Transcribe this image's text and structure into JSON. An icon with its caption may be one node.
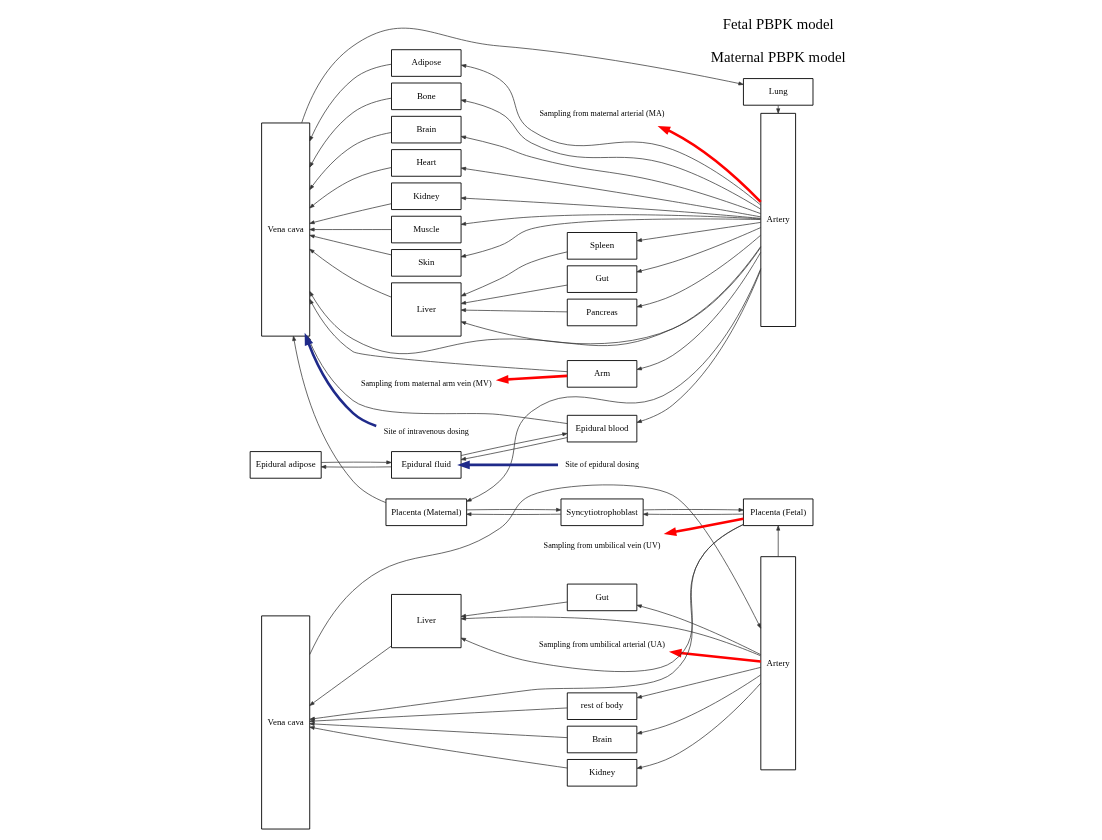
{
  "diagram": {
    "nodes": [
      {
        "text": [
          "Lung"
        ]
      },
      {
        "text": [
          "Vena cava"
        ]
      },
      {
        "text": [
          "Adipose"
        ]
      },
      {
        "text": [
          "Bone"
        ]
      },
      {
        "text": [
          "Brain"
        ]
      },
      {
        "text": [
          "Heart"
        ]
      },
      {
        "text": [
          "Kidney"
        ]
      },
      {
        "text": [
          "Muscle"
        ]
      },
      {
        "text": [
          "Skin"
        ]
      },
      {
        "text": [
          "Liver"
        ]
      },
      {
        "text": [
          "Spleen"
        ]
      },
      {
        "text": [
          "Gut"
        ]
      },
      {
        "text": [
          "Pancreas"
        ]
      },
      {
        "text": [
          "Artery"
        ]
      },
      {
        "text": [
          "Arm"
        ]
      },
      {
        "text": [
          "Epidural blood"
        ]
      },
      {
        "text": [
          "Epidural fluid"
        ]
      },
      {
        "text": [
          "Epidural adipose"
        ]
      },
      {
        "text": [
          "Vena cava"
        ]
      },
      {
        "text": [
          "rest of body"
        ]
      },
      {
        "text": [
          "Brain"
        ]
      },
      {
        "text": [
          "Kidney"
        ]
      },
      {
        "text": [
          "Liver"
        ]
      },
      {
        "text": [
          "Gut"
        ]
      },
      {
        "text": [
          "Artery"
        ]
      },
      {
        "text": [
          "Placenta (Fetal)"
        ]
      },
      {
        "text": [
          "Syncytiotrophoblast"
        ]
      },
      {
        "text": [
          "Placenta (Maternal)"
        ]
      },
      {
        "text": [
          "Sampling from maternal arterial (MA)"
        ]
      },
      {
        "text": [
          "Sampling from umbilical arterial (UA)"
        ]
      },
      {
        "text": [
          "Sampling from umbilical vein (UV)"
        ]
      },
      {
        "text": [
          "Sampling from maternal arm vein (MV)"
        ]
      },
      {
        "text": [
          "Site of epidural dosing"
        ]
      },
      {
        "text": [
          "Site of intravenous dosing"
        ]
      }
    ],
    "edges": [
      {
        "from": 1,
        "to": 0,
        "arrow": "to"
      },
      {
        "from": 0,
        "to": 13,
        "arrow": "to"
      },
      {
        "from": 13,
        "to": 2,
        "arrow": "to"
      },
      {
        "from": 2,
        "to": 1,
        "arrow": "to"
      },
      {
        "from": 13,
        "to": 3,
        "arrow": "to"
      },
      {
        "from": 3,
        "to": 1,
        "arrow": "to"
      },
      {
        "from": 13,
        "to": 4,
        "arrow": "to"
      },
      {
        "from": 4,
        "to": 1,
        "arrow": "to"
      },
      {
        "from": 13,
        "to": 5,
        "arrow": "to"
      },
      {
        "from": 5,
        "to": 1,
        "arrow": "to"
      },
      {
        "from": 13,
        "to": 6,
        "arrow": "to"
      },
      {
        "from": 6,
        "to": 1,
        "arrow": "to"
      },
      {
        "from": 13,
        "to": 7,
        "arrow": "to"
      },
      {
        "from": 7,
        "to": 1,
        "arrow": "to"
      },
      {
        "from": 13,
        "to": 8,
        "arrow": "to"
      },
      {
        "from": 8,
        "to": 1,
        "arrow": "to"
      },
      {
        "from": 13,
        "to": 10,
        "arrow": "to"
      },
      {
        "from": 10,
        "to": 9,
        "arrow": "to"
      },
      {
        "from": 13,
        "to": 11,
        "arrow": "to"
      },
      {
        "from": 11,
        "to": 9,
        "arrow": "to"
      },
      {
        "from": 13,
        "to": 12,
        "arrow": "to"
      },
      {
        "from": 12,
        "to": 9,
        "arrow": "to"
      },
      {
        "from": 13,
        "to": 9,
        "arrow": "to"
      },
      {
        "from": 9,
        "to": 1,
        "arrow": "to"
      },
      {
        "from": 13,
        "to": 14,
        "arrow": "to"
      },
      {
        "from": 14,
        "to": 1,
        "arrow": "to"
      },
      {
        "from": 13,
        "to": 1,
        "arrow": "to"
      },
      {
        "from": 13,
        "to": 15,
        "arrow": "to"
      },
      {
        "from": 15,
        "to": 1,
        "arrow": "to"
      },
      {
        "from": 15,
        "to": 16,
        "arrow": "to"
      },
      {
        "from": 16,
        "to": 15,
        "arrow": "to"
      },
      {
        "from": 16,
        "to": 17,
        "arrow": "to"
      },
      {
        "from": 17,
        "to": 16,
        "arrow": "to"
      },
      {
        "from": 13,
        "to": 27,
        "arrow": "to"
      },
      {
        "from": 27,
        "to": 1,
        "arrow": "to"
      },
      {
        "from": 18,
        "to": 24,
        "arrow": "to"
      },
      {
        "from": 24,
        "to": 19,
        "arrow": "to"
      },
      {
        "from": 19,
        "to": 18,
        "arrow": "to"
      },
      {
        "from": 24,
        "to": 20,
        "arrow": "to"
      },
      {
        "from": 20,
        "to": 18,
        "arrow": "to"
      },
      {
        "from": 24,
        "to": 21,
        "arrow": "to"
      },
      {
        "from": 21,
        "to": 18,
        "arrow": "to"
      },
      {
        "from": 24,
        "to": 23,
        "arrow": "to"
      },
      {
        "from": 23,
        "to": 22,
        "arrow": "to"
      },
      {
        "from": 24,
        "to": 22,
        "arrow": "to"
      },
      {
        "from": 22,
        "to": 18,
        "arrow": "to"
      },
      {
        "from": 24,
        "to": 25,
        "arrow": "to"
      },
      {
        "from": 25,
        "to": 18,
        "arrow": "to"
      },
      {
        "from": 25,
        "to": 22,
        "arrow": "to"
      },
      {
        "from": 25,
        "to": 26,
        "arrow": "to"
      },
      {
        "from": 26,
        "to": 25,
        "arrow": "to"
      },
      {
        "from": 26,
        "to": 27,
        "arrow": "to"
      },
      {
        "from": 27,
        "to": 26,
        "arrow": "to"
      },
      {
        "from": 13,
        "to": 28,
        "arrow": "to",
        "style": "thick",
        "color": "#ff0000"
      },
      {
        "from": 24,
        "to": 29,
        "arrow": "to",
        "style": "thick",
        "color": "#ff0000"
      },
      {
        "from": 25,
        "to": 30,
        "arrow": "to",
        "style": "thick",
        "color": "#ff0000"
      },
      {
        "from": 14,
        "to": 31,
        "arrow": "to",
        "style": "thick",
        "color": "#ff0000"
      },
      {
        "from": 32,
        "to": 16,
        "arrow": "to",
        "style": "thick",
        "color": "#1f2a8a"
      },
      {
        "from": 33,
        "to": 1,
        "arrow": "to",
        "style": "thick",
        "color": "#1f2a8a"
      }
    ],
    "labels": [
      "Maternal PBPK model",
      "Fetal PBPK model"
    ]
  }
}
